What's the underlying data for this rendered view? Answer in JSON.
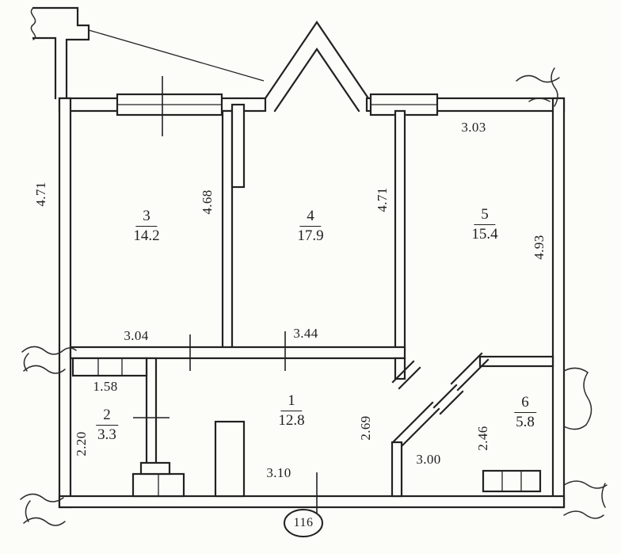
{
  "page": {
    "background": "#fcfcf9",
    "ink_color": "#222222",
    "unit_number": "116"
  },
  "rooms": [
    {
      "number": "1",
      "area": "12.8"
    },
    {
      "number": "2",
      "area": "3.3"
    },
    {
      "number": "3",
      "area": "14.2"
    },
    {
      "number": "4",
      "area": "17.9"
    },
    {
      "number": "5",
      "area": "15.4"
    },
    {
      "number": "6",
      "area": "5.8"
    }
  ],
  "dimensions": {
    "left_wall_height": "4.71",
    "room3_right_wall": "4.68",
    "room4_right_wall": "4.71",
    "top_right_width": "3.03",
    "right_wall_height": "4.93",
    "corridor_left_width": "3.04",
    "corridor_mid_width": "3.44",
    "closet_width": "1.58",
    "room2_height": "2.20",
    "room1_height": "2.69",
    "diagonal_width": "3.00",
    "room6_height": "2.46",
    "bottom_width": "3.10"
  }
}
